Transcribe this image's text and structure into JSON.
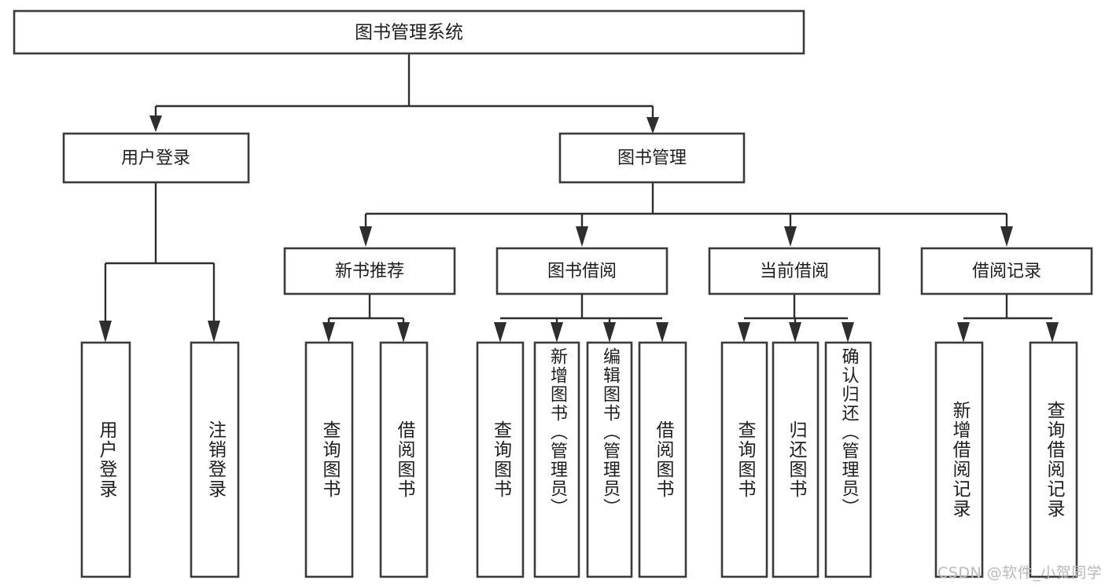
{
  "diagram": {
    "type": "hierarchy-tree",
    "title": "图书管理系统",
    "root": {
      "label": "图书管理系统"
    },
    "level2": [
      {
        "label": "用户登录"
      },
      {
        "label": "图书管理"
      }
    ],
    "level3": [
      {
        "label": "新书推荐"
      },
      {
        "label": "图书借阅"
      },
      {
        "label": "当前借阅"
      },
      {
        "label": "借阅记录"
      }
    ],
    "leaves": {
      "user_login": [
        {
          "label": "用户登录"
        },
        {
          "label": "注销登录"
        }
      ],
      "new_book_recommend": [
        {
          "label": "查询图书"
        },
        {
          "label": "借阅图书"
        }
      ],
      "book_borrow": [
        {
          "label": "查询图书"
        },
        {
          "label": "新增图书（管理员）"
        },
        {
          "label": "编辑图书（管理员）"
        },
        {
          "label": "借阅图书"
        }
      ],
      "current_borrow": [
        {
          "label": "查询图书"
        },
        {
          "label": "归还图书"
        },
        {
          "label": "确认归还（管理员）"
        }
      ],
      "borrow_record": [
        {
          "label": "新增借阅记录"
        },
        {
          "label": "查询借阅记录"
        }
      ]
    }
  },
  "watermark": {
    "text": "CSDN @软件_小贺同学"
  },
  "colors": {
    "box_stroke": "#3b3b3b",
    "box_fill": "#ffffff",
    "connector": "#2e2e2e",
    "text": "#1e1e1e",
    "watermark": "#b9b9b9",
    "background": "#ffffff"
  }
}
